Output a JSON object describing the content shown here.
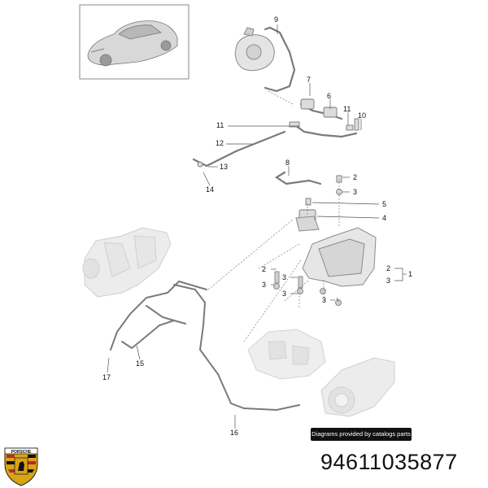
{
  "diagram": {
    "callouts": [
      {
        "id": "c9",
        "label": "9"
      },
      {
        "id": "c7",
        "label": "7"
      },
      {
        "id": "c6",
        "label": "6"
      },
      {
        "id": "c11a",
        "label": "11"
      },
      {
        "id": "c10",
        "label": "10"
      },
      {
        "id": "c11b",
        "label": "11"
      },
      {
        "id": "c12",
        "label": "12"
      },
      {
        "id": "c13",
        "label": "13"
      },
      {
        "id": "c14",
        "label": "14"
      },
      {
        "id": "c8",
        "label": "8"
      },
      {
        "id": "c2a",
        "label": "2"
      },
      {
        "id": "c3a",
        "label": "3"
      },
      {
        "id": "c5",
        "label": "5"
      },
      {
        "id": "c4",
        "label": "4"
      },
      {
        "id": "c2b",
        "label": "2"
      },
      {
        "id": "c3b",
        "label": "3"
      },
      {
        "id": "c1",
        "label": "1"
      },
      {
        "id": "c2c",
        "label": "2"
      },
      {
        "id": "c3c",
        "label": "3"
      },
      {
        "id": "c3d",
        "label": "3"
      },
      {
        "id": "c3e",
        "label": "3"
      },
      {
        "id": "c3f",
        "label": "3"
      },
      {
        "id": "c15",
        "label": "15"
      },
      {
        "id": "c17",
        "label": "17"
      },
      {
        "id": "c16",
        "label": "16"
      }
    ],
    "watermark": "Diagrams provided by catalogs parts"
  },
  "footer": {
    "brand": "PORSCHE",
    "part_number": "94611035877"
  },
  "colors": {
    "line": "#555555",
    "part_fill": "#e4e4e4",
    "part_stroke": "#8a8a8a",
    "faded": "#cfcfcf",
    "crest_gold": "#d9a514",
    "crest_red": "#c0272d"
  }
}
